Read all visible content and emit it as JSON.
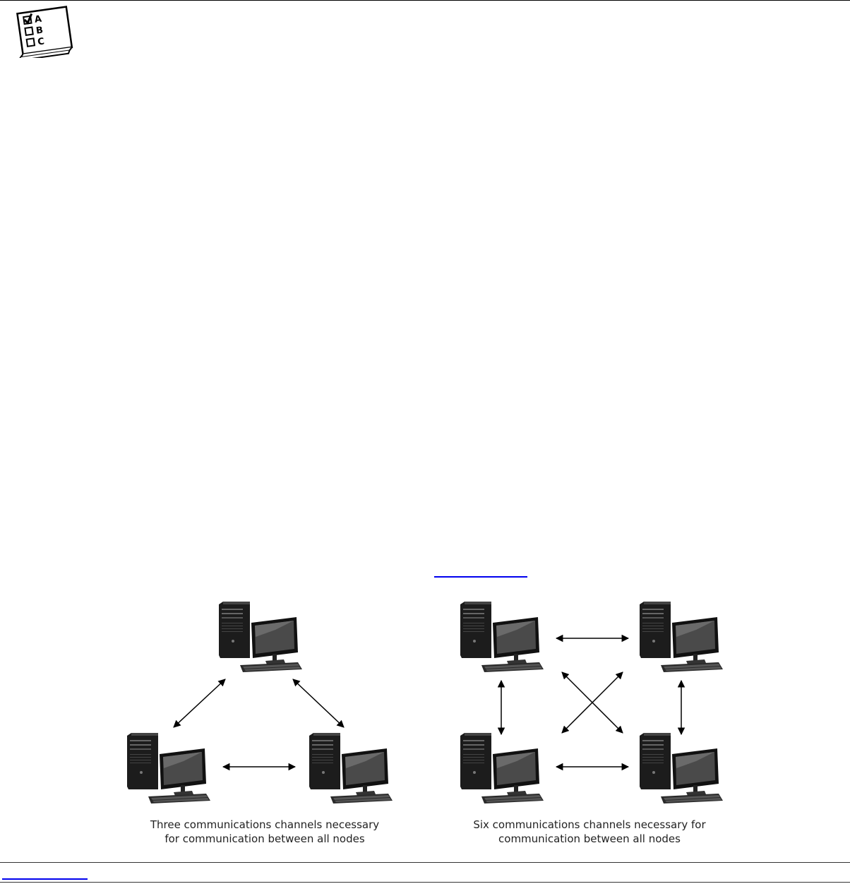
{
  "icon": "exam-tip-checklist-icon",
  "checklist_letters": [
    "A",
    "B",
    "C"
  ],
  "links": {
    "figure_reference": "",
    "footnote_reference": ""
  },
  "diagram_left": {
    "caption_line1": "Three communications channels necessary",
    "caption_line2": "for communication between all nodes",
    "node_count": 3,
    "channels": 3
  },
  "diagram_right": {
    "caption_line1": "Six communications channels necessary for",
    "caption_line2": "communication between all nodes",
    "node_count": 4,
    "channels": 6
  }
}
